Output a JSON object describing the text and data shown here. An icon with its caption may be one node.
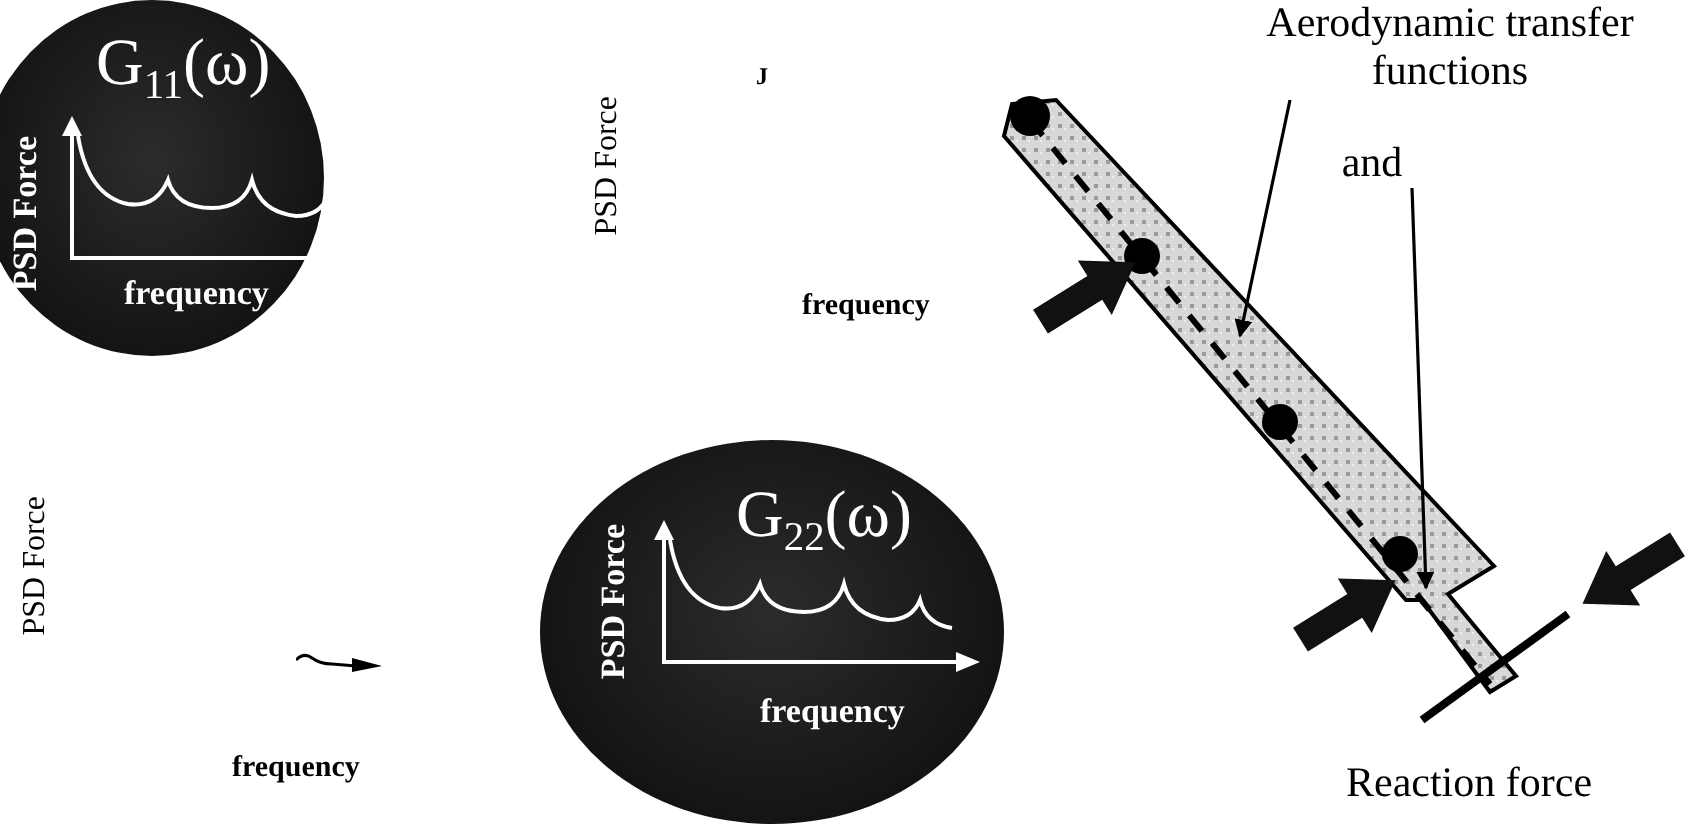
{
  "diagram": {
    "nodes": [
      {
        "text": [
          "G$_{11}$(ω)",
          "PSD Force",
          "frequency"
        ]
      },
      {
        "text": [
          "G$_{22}$(ω)",
          "PSD Force",
          "frequency"
        ]
      },
      {
        "text": [
          "Aerodynamic transfer functions"
        ]
      },
      {
        "text": [
          "and"
        ]
      }
    ],
    "edges": [
      {
        "from": 2,
        "to": null,
        "arrow": "to"
      },
      {
        "from": 3,
        "to": null,
        "arrow": "to"
      }
    ],
    "labels": [
      "J",
      "PSD Force",
      "frequency",
      "PSD Force",
      "frequency",
      "Reaction force"
    ]
  }
}
